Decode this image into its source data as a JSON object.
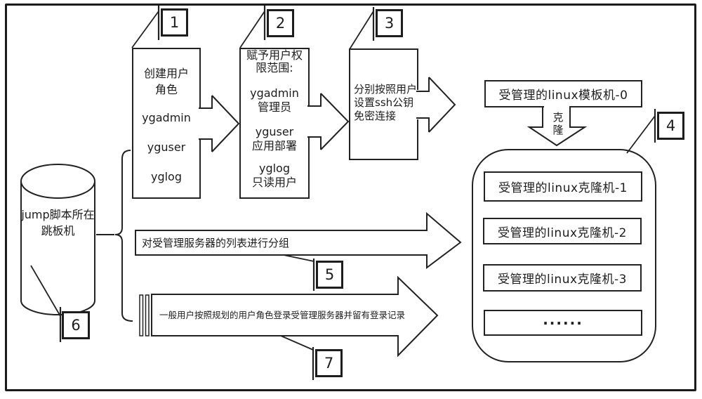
{
  "ref_labels": [
    "1",
    "2",
    "3",
    "4",
    "5",
    "6",
    "7"
  ],
  "jump_host": {
    "lines": [
      "jump脚本所在",
      "跳板机"
    ]
  },
  "create_roles_box": {
    "lines": [
      "创建用户",
      "角色",
      "ygadmin",
      "yguser",
      "yglog"
    ]
  },
  "grant_permissions_box": {
    "lines": [
      "赋予用户权",
      "限范围:",
      "ygadmin",
      "管理员",
      "yguser",
      "应用部署",
      "yglog",
      "只读用户"
    ]
  },
  "ssh_key_box": {
    "lines": [
      "分别按照用户",
      "设置ssh公钥",
      "免密连接"
    ]
  },
  "template_machine": {
    "label": "受管理的linux模板机-0"
  },
  "clone_arrow": {
    "chars": [
      "克",
      "隆"
    ]
  },
  "clone_machines": [
    "受管理的linux克隆机-1",
    "受管理的linux克隆机-2",
    "受管理的linux克隆机-3",
    "······"
  ],
  "group_arrow": {
    "label": "对受管理服务器的列表进行分组"
  },
  "login_arrow": {
    "label": "一般用户按照规划的用户角色登录受管理服务器并留有登录记录"
  }
}
